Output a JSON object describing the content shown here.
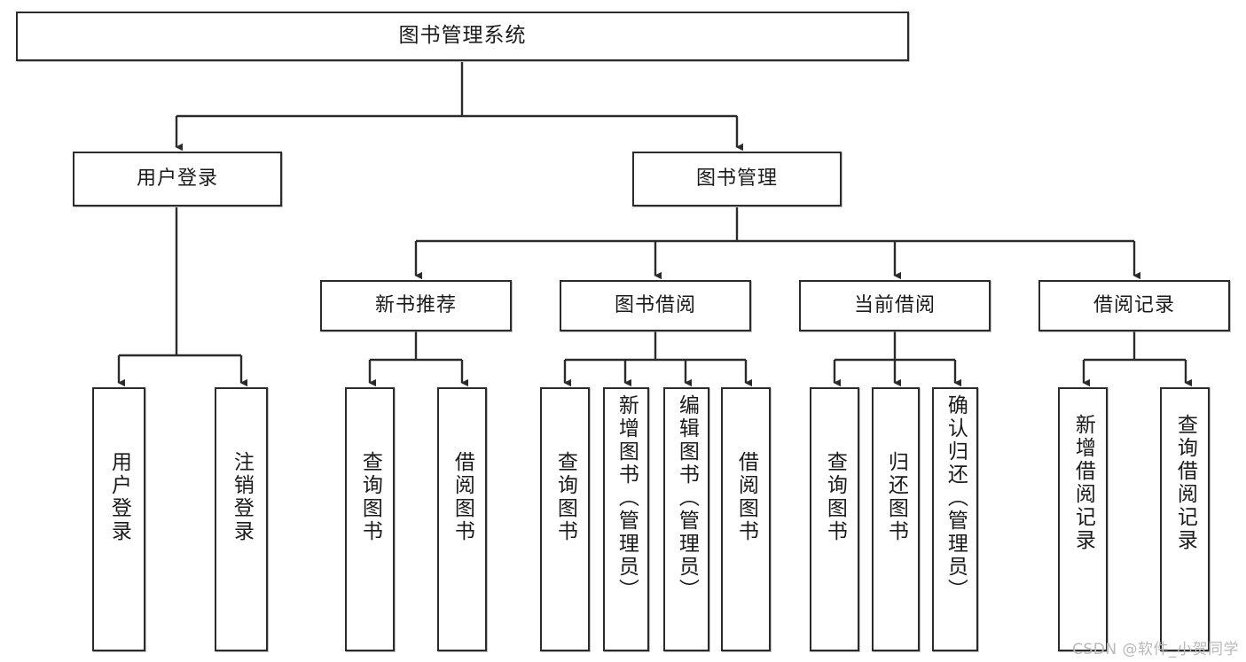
{
  "diagram": {
    "title": "图书管理系统",
    "type": "tree-hierarchy",
    "watermark": "CSDN @软件_小贺同学",
    "colors": {
      "border": "#2b2b2b",
      "background": "#ffffff",
      "text": "#1a1a1a",
      "watermark": "#b9b9b9"
    },
    "levels": [
      {
        "level": 1,
        "nodes": [
          {
            "id": "root",
            "label": "图书管理系统"
          }
        ]
      },
      {
        "level": 2,
        "nodes": [
          {
            "id": "user-login",
            "label": "用户登录"
          },
          {
            "id": "book-manage",
            "label": "图书管理"
          }
        ]
      },
      {
        "level": 3,
        "nodes": [
          {
            "id": "new-book-rec",
            "label": "新书推荐"
          },
          {
            "id": "book-borrow",
            "label": "图书借阅"
          },
          {
            "id": "current-borrow",
            "label": "当前借阅"
          },
          {
            "id": "borrow-record",
            "label": "借阅记录"
          }
        ]
      },
      {
        "level": 4,
        "nodes": [
          {
            "id": "leaf-user-login",
            "label": "用户登录",
            "parent": "user-login"
          },
          {
            "id": "leaf-logout",
            "label": "注销登录",
            "parent": "user-login"
          },
          {
            "id": "leaf-query-book-1",
            "label": "查询图书",
            "parent": "new-book-rec"
          },
          {
            "id": "leaf-borrow-book-1",
            "label": "借阅图书",
            "parent": "new-book-rec"
          },
          {
            "id": "leaf-query-book-2",
            "label": "查询图书",
            "parent": "book-borrow"
          },
          {
            "id": "leaf-add-book",
            "label": "新增图书（管理员）",
            "parent": "book-borrow"
          },
          {
            "id": "leaf-edit-book",
            "label": "编辑图书（管理员）",
            "parent": "book-borrow"
          },
          {
            "id": "leaf-borrow-book-2",
            "label": "借阅图书",
            "parent": "book-borrow"
          },
          {
            "id": "leaf-query-book-3",
            "label": "查询图书",
            "parent": "current-borrow"
          },
          {
            "id": "leaf-return-book",
            "label": "归还图书",
            "parent": "current-borrow"
          },
          {
            "id": "leaf-confirm-return",
            "label": "确认归还（管理员）",
            "parent": "current-borrow"
          },
          {
            "id": "leaf-add-record",
            "label": "新增借阅记录",
            "parent": "borrow-record"
          },
          {
            "id": "leaf-query-record",
            "label": "查询借阅记录",
            "parent": "borrow-record"
          }
        ]
      }
    ]
  }
}
